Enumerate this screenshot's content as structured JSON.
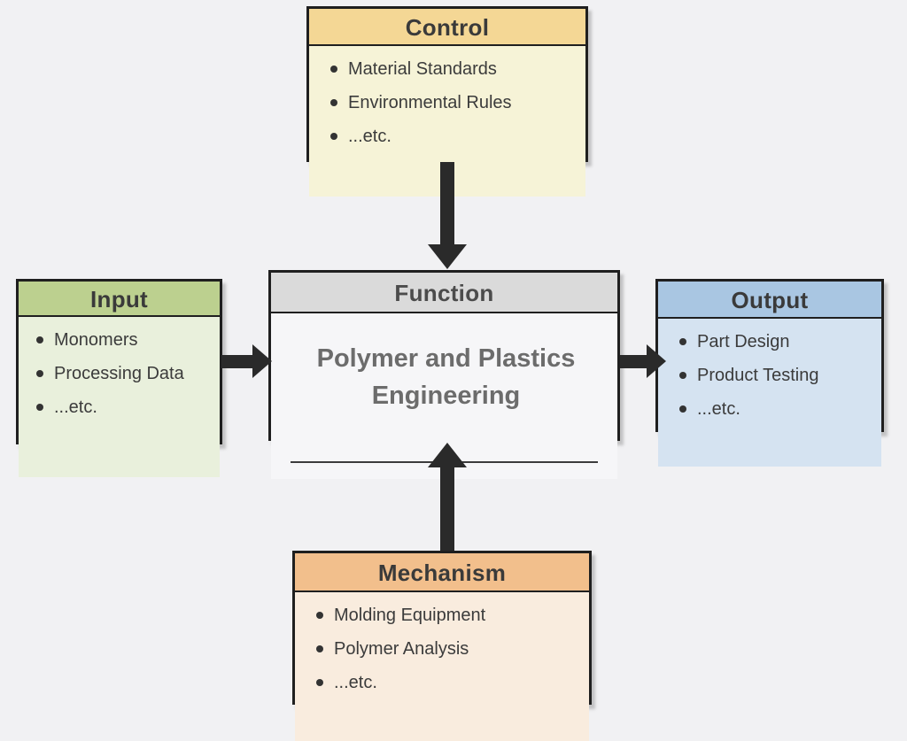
{
  "canvas": {
    "background": "#f1f1f3",
    "box_border_color": "#1f1f1f",
    "arrow_color": "#2a2a2a",
    "text_color": "#3b3b3b"
  },
  "boxes": {
    "control": {
      "header": "Control",
      "items": [
        "Material Standards",
        "Environmental Rules",
        "...etc."
      ],
      "header_bg": "#f4d795",
      "body_bg": "#f6f3d7"
    },
    "input": {
      "header": "Input",
      "items": [
        "Monomers",
        "Processing Data",
        "...etc."
      ],
      "header_bg": "#bcd08f",
      "body_bg": "#e9f0dc"
    },
    "function": {
      "header": "Function",
      "title": "Polymer and Plastics Engineering",
      "header_bg": "#dadada",
      "body_bg": "#f6f6f8",
      "title_color": "#6c6c6c"
    },
    "output": {
      "header": "Output",
      "items": [
        "Part Design",
        "Product Testing",
        "...etc."
      ],
      "header_bg": "#a9c6e2",
      "body_bg": "#d5e3f1"
    },
    "mechanism": {
      "header": "Mechanism",
      "items": [
        "Molding Equipment",
        "Polymer Analysis",
        "...etc."
      ],
      "header_bg": "#f2bf8c",
      "body_bg": "#f9ecde"
    }
  },
  "arrows": {
    "control_to_function": "down",
    "input_to_function": "right",
    "function_to_output": "right",
    "mechanism_to_function": "up"
  }
}
